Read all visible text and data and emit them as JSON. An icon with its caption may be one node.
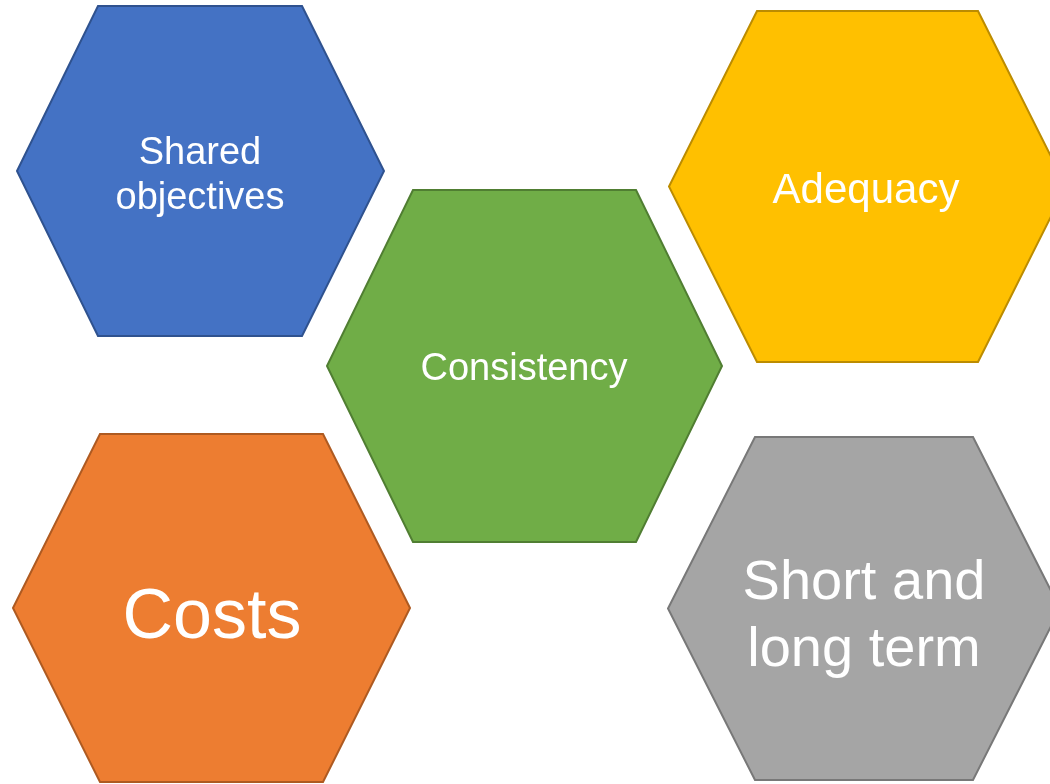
{
  "diagram": {
    "nodes": [
      {
        "text": [
          "Shared objectives"
        ]
      },
      {
        "text": [
          "Adequacy"
        ]
      },
      {
        "text": [
          "Consistency"
        ]
      },
      {
        "text": [
          "Costs"
        ]
      },
      {
        "text": [
          "Short and long term"
        ]
      }
    ]
  }
}
